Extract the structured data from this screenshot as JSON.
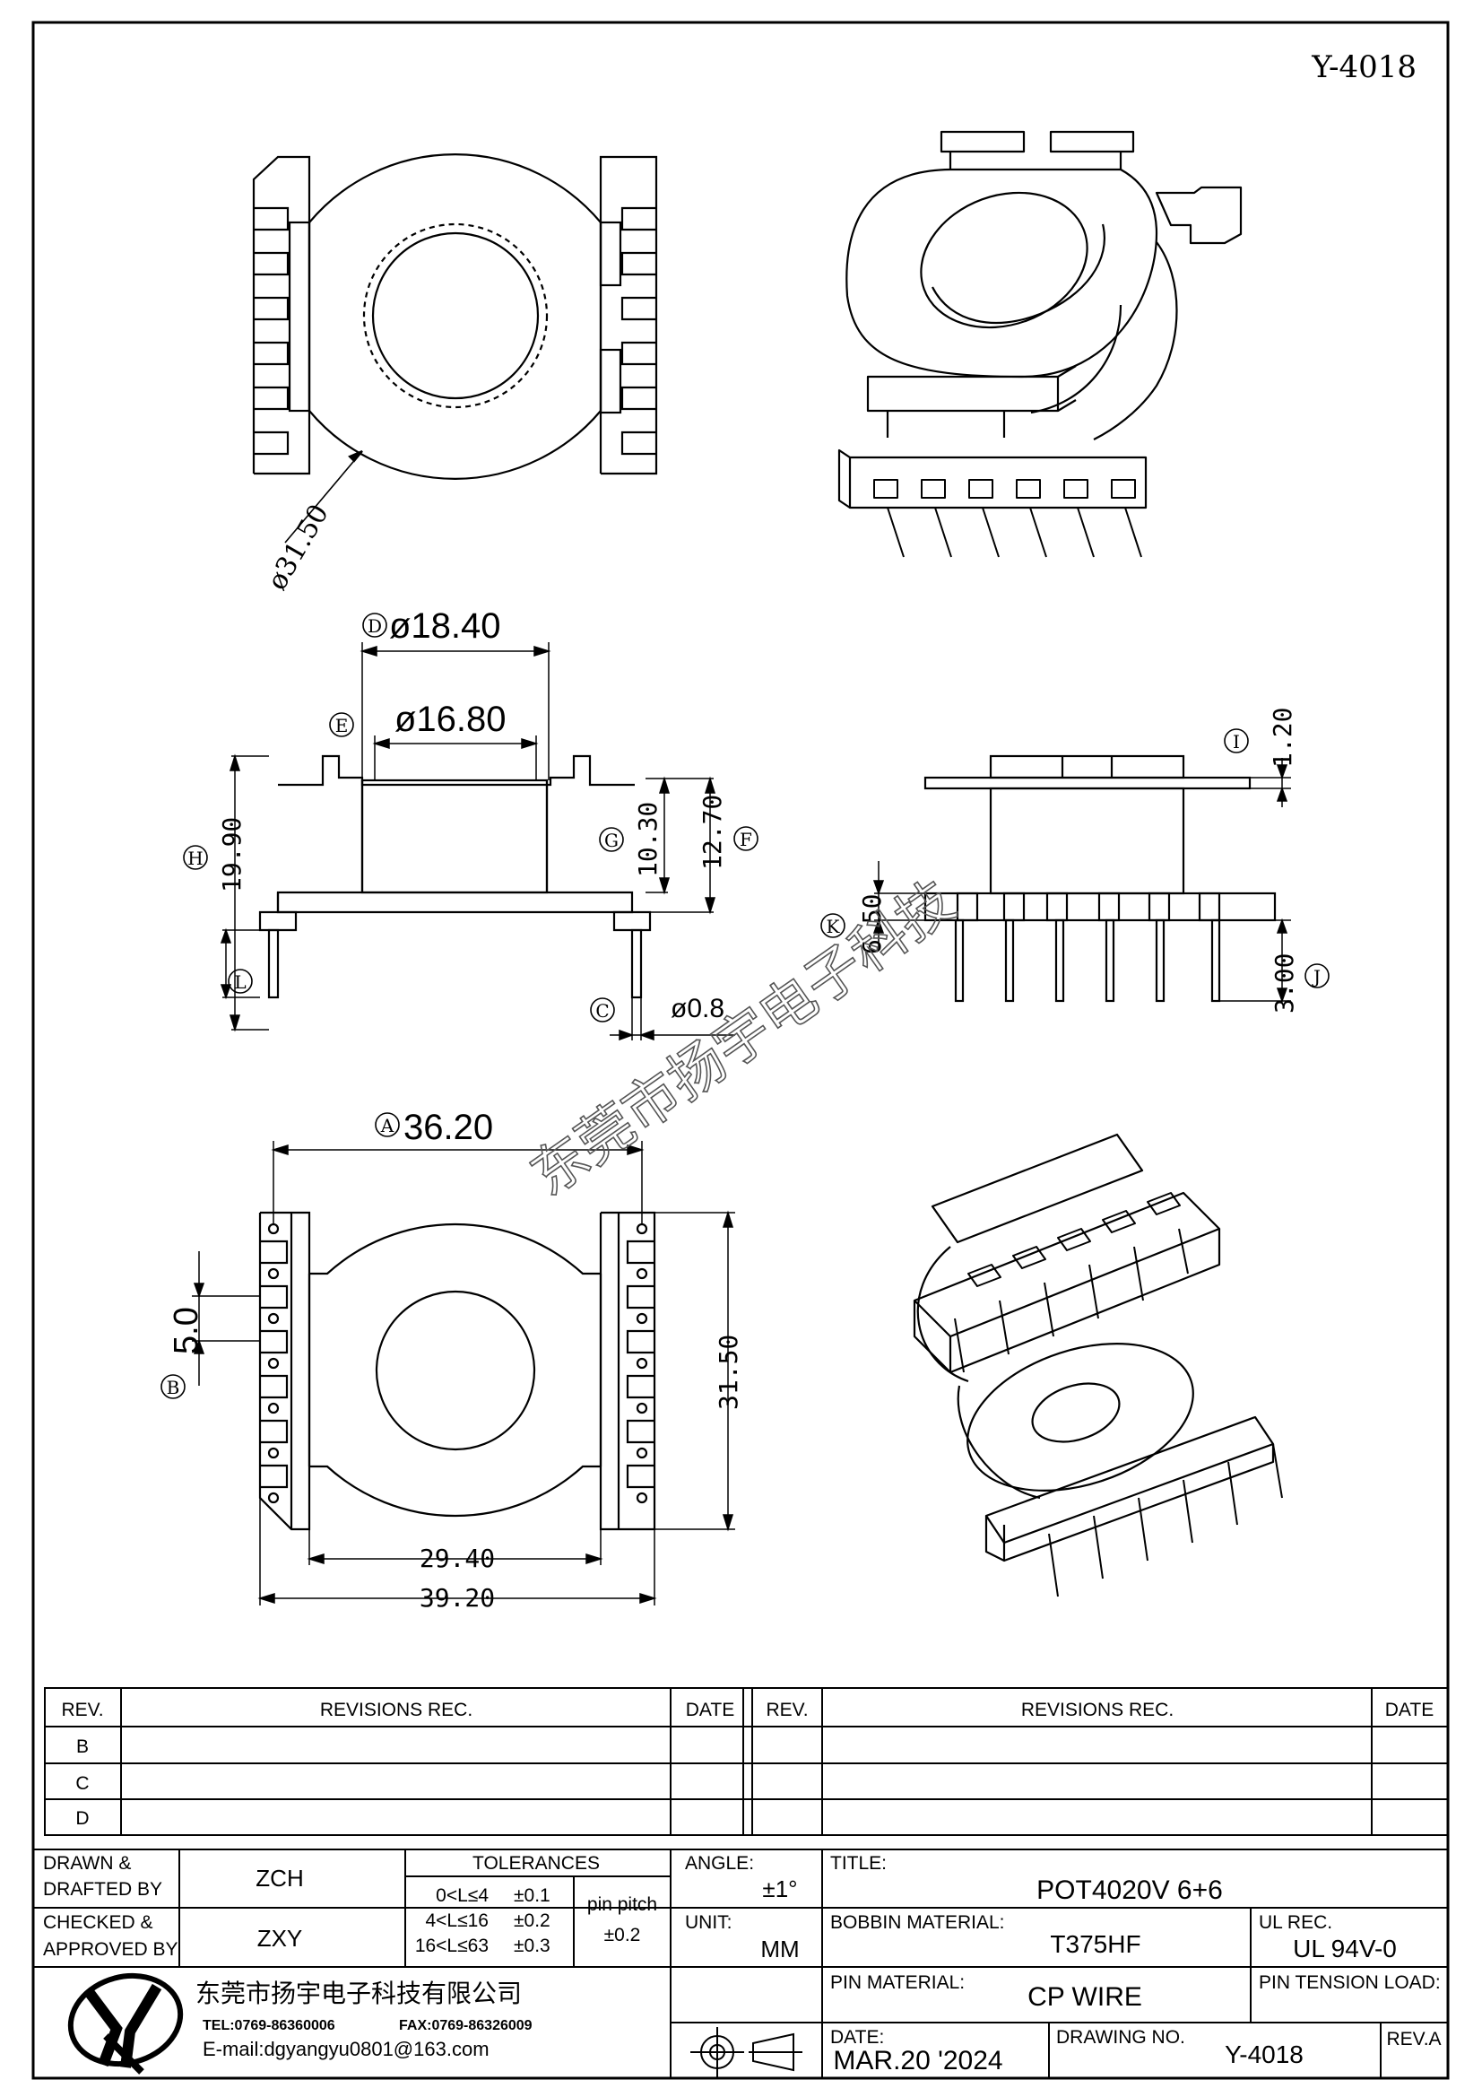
{
  "drawing_code": "Y-4018",
  "watermark": "东莞市扬宇电子科技",
  "dimensions": {
    "outer_dia": "ø31.50",
    "d_dia": "ø18.40",
    "d_label": "D",
    "e_dia": "ø16.80",
    "e_label": "E",
    "h_height": "19.90",
    "h_label": "H",
    "g_height": "10.30",
    "g_label": "G",
    "f_height": "12.70",
    "f_label": "F",
    "l_label": "L",
    "c_pin": "ø0.8",
    "c_label": "C",
    "i_flange": "1.20",
    "i_label": "I",
    "k_base": "6.50",
    "k_label": "K",
    "j_pin": "3.00",
    "j_label": "J",
    "a_width": "36.20",
    "a_label": "A",
    "b_pitch": "5.0",
    "b_label": "B",
    "side_height": "31.50",
    "inner_width": "29.40",
    "overall_width": "39.20"
  },
  "revisions": {
    "headers": {
      "rev": "REV.",
      "rec": "REVISIONS   REC.",
      "date": "DATE"
    },
    "rows": [
      "B",
      "C",
      "D"
    ]
  },
  "title_block": {
    "drawn_label_1": "DRAWN &",
    "drawn_label_2": "DRAFTED BY",
    "drawn_by": "ZCH",
    "checked_label_1": "CHECKED &",
    "checked_label_2": "APPROVED BY",
    "checked_by": "ZXY",
    "tolerances_label": "TOLERANCES",
    "tol_1_range": "0<L≤4",
    "tol_1_value": "±0.1",
    "tol_2_range": "4<L≤16",
    "tol_2_value": "±0.2",
    "tol_3_range": "16<L≤63",
    "tol_3_value": "±0.3",
    "pin_pitch_label": "pin pitch",
    "pin_pitch_value": "±0.2",
    "angle_label": "ANGLE:",
    "angle_value": "±1°",
    "unit_label": "UNIT:",
    "unit_value": "MM",
    "title_label": "TITLE:",
    "title_value": "POT4020V 6+6",
    "bobbin_material_label": "BOBBIN MATERIAL:",
    "bobbin_material_value": "T375HF",
    "ul_label": "UL REC.",
    "ul_value": "UL 94V-0",
    "pin_material_label": "PIN MATERIAL:",
    "pin_material_value": "CP WIRE",
    "pin_tension_label": "PIN TENSION LOAD:",
    "date_label": "DATE:",
    "date_value": "MAR.20 '2024",
    "drawing_no_label": "DRAWING NO.",
    "drawing_no_value": "Y-4018",
    "rev_label": "REV.A",
    "company_name": "东莞市扬宇电子科技有限公司",
    "tel": "TEL:0769-86360006",
    "fax": "FAX:0769-86326009",
    "email": "E-mail:dgyangyu0801@163.com"
  }
}
